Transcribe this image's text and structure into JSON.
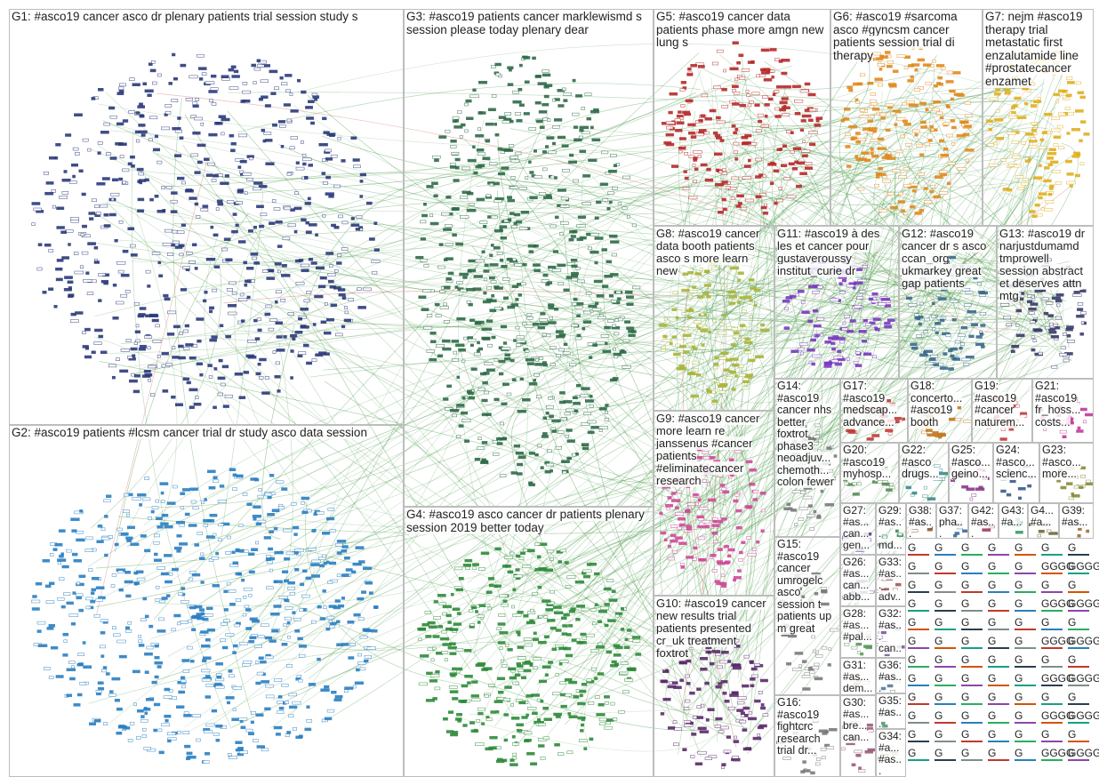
{
  "groups": [
    {
      "id": "G1",
      "text": "G1: #asco19 cancer asco dr plenary patients trial session study s",
      "color": "#2b3a7a"
    },
    {
      "id": "G2",
      "text": "G2: #asco19 patients #lcsm cancer trial dr study asco data session",
      "color": "#2a7fc1"
    },
    {
      "id": "G3",
      "text": "G3: #asco19 patients cancer marklewismd s session please today plenary dear",
      "color": "#2e6b48"
    },
    {
      "id": "G4",
      "text": "G4: #asco19 asco cancer dr patients plenary session 2019 better today",
      "color": "#2e8a3a"
    },
    {
      "id": "G5",
      "text": "G5: #asco19 cancer data patients phase more amgn new lung s",
      "color": "#b52a2a"
    },
    {
      "id": "G6",
      "text": "G6: #asco19 #sarcoma asco #gyncsm cancer patients session trial di therapy",
      "color": "#e08a1e"
    },
    {
      "id": "G7",
      "text": "G7: nejm #asco19 therapy trial metastatic first enzalutamide line #prostatecancer enzamet",
      "color": "#e0b020"
    },
    {
      "id": "G8",
      "text": "G8: #asco19 cancer data booth patients asco s more learn new",
      "color": "#a9b43a"
    },
    {
      "id": "G9",
      "text": "G9: #asco19 cancer more learn re janssenus #cancer patients #eliminatecancer research",
      "color": "#d04a9a"
    },
    {
      "id": "G10",
      "text": "G10: #asco19 cancer new results trial patients presented cr_uk treatment foxtrot",
      "color": "#5a2a6a"
    },
    {
      "id": "G11",
      "text": "G11: #asco19 à des les et cancer pour gustaveroussy institut_curie dr",
      "color": "#7a3ac0"
    },
    {
      "id": "G12",
      "text": "G12: #asco19 cancer dr s asco ccan_org ukmarkey great gap patients",
      "color": "#3a6a8a"
    },
    {
      "id": "G13",
      "text": "G13: #asco19 dr narjustdumamd tmprowell session abstract et deserves attn mtg",
      "color": "#3a3a6a"
    },
    {
      "id": "G14",
      "text": "G14: #asco19 cancer nhs better foxtrot phase3 neoadjuv... chemoth... colon fewer",
      "color": "#7a7a7a"
    },
    {
      "id": "G15",
      "text": "G15: #asco19 cancer umrogelc asco session t patients up m great",
      "color": "#7a7a7a"
    },
    {
      "id": "G16",
      "text": "G16: #asco19 fightcrc research trial dr...",
      "color": "#7a7a7a"
    },
    {
      "id": "G17",
      "text": "G17: #asco19 medscap... advance...",
      "color": "#c03a3a"
    },
    {
      "id": "G18",
      "text": "G18: concerto... #asco19 booth",
      "color": "#c07a20"
    },
    {
      "id": "G19",
      "text": "G19: #asco19 #cancer naturem...",
      "color": "#c03a3a"
    },
    {
      "id": "G21",
      "text": "G21: #asco19 fr_hoss... costs...",
      "color": "#c03a9a"
    },
    {
      "id": "G20",
      "text": "G20: #asco19 myhosp...",
      "color": "#5a8a5a"
    },
    {
      "id": "G22",
      "text": "G22: #asco drugs...",
      "color": "#3a8a8a"
    },
    {
      "id": "G25",
      "text": "G25: #asco... geino...",
      "color": "#8a3a8a"
    },
    {
      "id": "G24",
      "text": "G24: #asco... scienc...",
      "color": "#3a5a8a"
    },
    {
      "id": "G23",
      "text": "G23: #asco... more...",
      "color": "#8a8a3a"
    },
    {
      "id": "G27",
      "text": "G27: #as... can... gen...",
      "color": "#5a3a8a"
    },
    {
      "id": "G29",
      "text": "G29: #as... md...",
      "color": "#3a8a5a"
    },
    {
      "id": "G38",
      "text": "G38: #as...",
      "color": "#8a5a3a"
    },
    {
      "id": "G37",
      "text": "G37: pha...",
      "color": "#3a6a9a"
    },
    {
      "id": "G42",
      "text": "G42: #as...",
      "color": "#9a3a5a"
    },
    {
      "id": "G43",
      "text": "G43: #a...",
      "color": "#3a9a6a"
    },
    {
      "id": "G4x",
      "text": "G4... #a...",
      "color": "#6a6a3a"
    },
    {
      "id": "G39",
      "text": "G39: #as...",
      "color": "#9a6a3a"
    },
    {
      "id": "G26",
      "text": "G26: #as... can... abb...",
      "color": "#5a5a9a"
    },
    {
      "id": "G33",
      "text": "G33: #as... adv... ro...",
      "color": "#9a5a5a"
    },
    {
      "id": "G28",
      "text": "G28: #as... #pal...",
      "color": "#5a9a5a"
    },
    {
      "id": "G32",
      "text": "G32: #as... can... #a...",
      "color": "#7a5a9a"
    },
    {
      "id": "G36",
      "text": "G36: #as... can...",
      "color": "#5a7a9a"
    },
    {
      "id": "G31",
      "text": "G31: #as... dem...",
      "color": "#9a7a5a"
    },
    {
      "id": "G35",
      "text": "G35: #as... #as...",
      "color": "#5a9a7a"
    },
    {
      "id": "G30",
      "text": "G30: #as... bre... can...",
      "color": "#9a5a7a"
    },
    {
      "id": "G34",
      "text": "G34: #a... #as... #a...",
      "color": "#7a9a5a"
    }
  ],
  "micro_labels": [
    "G",
    "G",
    "G",
    "G",
    "G",
    "G",
    "G",
    "G",
    "G",
    "G",
    "G",
    "G",
    "GGGG",
    "GGGGG"
  ]
}
